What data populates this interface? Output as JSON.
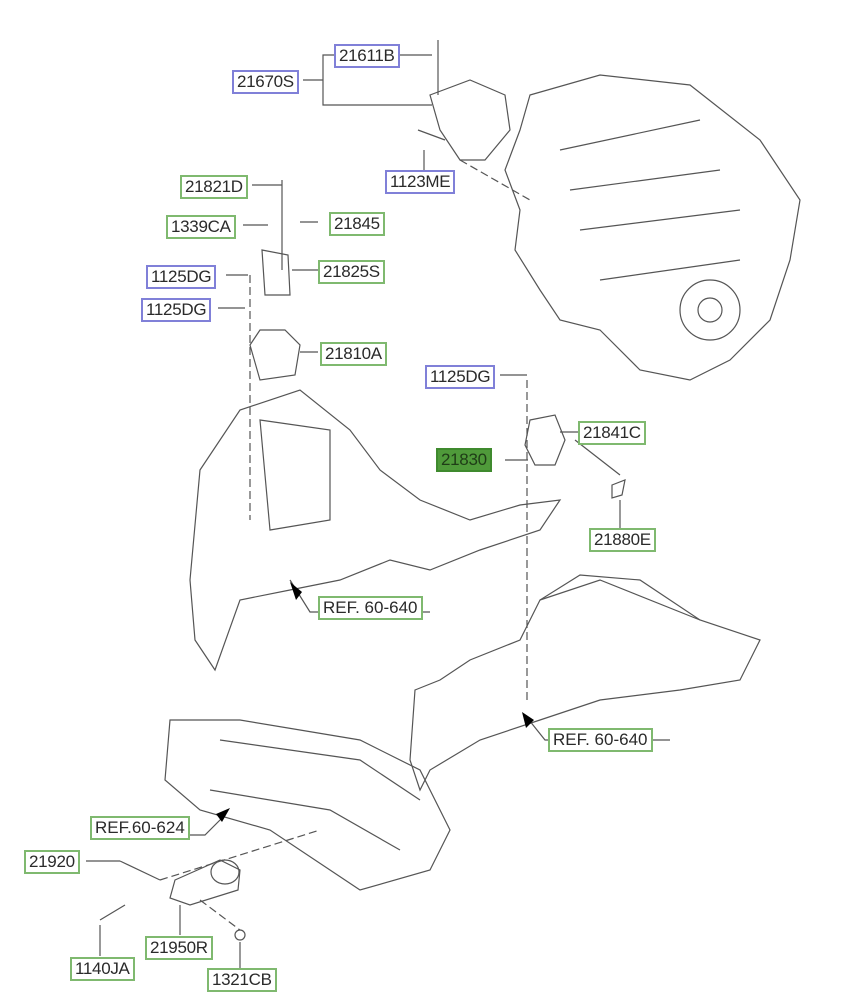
{
  "diagram": {
    "title": "Engine mounting exploded parts diagram",
    "colors": {
      "green_border": "#7fb96f",
      "blue_border": "#8080d8",
      "highlight_fill": "#4f9a3a",
      "line": "#555555"
    },
    "labels": [
      {
        "id": "21611B",
        "text": "21611B",
        "style": "blue"
      },
      {
        "id": "21670S",
        "text": "21670S",
        "style": "blue"
      },
      {
        "id": "1123ME",
        "text": "1123ME",
        "style": "blue"
      },
      {
        "id": "21821D",
        "text": "21821D",
        "style": "green"
      },
      {
        "id": "1339CA",
        "text": "1339CA",
        "style": "green"
      },
      {
        "id": "21845",
        "text": "21845",
        "style": "green"
      },
      {
        "id": "1125DG_a",
        "text": "1125DG",
        "style": "blue"
      },
      {
        "id": "21825S",
        "text": "21825S",
        "style": "green"
      },
      {
        "id": "1125DG_b",
        "text": "1125DG",
        "style": "blue"
      },
      {
        "id": "21810A",
        "text": "21810A",
        "style": "green"
      },
      {
        "id": "1125DG_c",
        "text": "1125DG",
        "style": "blue"
      },
      {
        "id": "21841C",
        "text": "21841C",
        "style": "green"
      },
      {
        "id": "21830",
        "text": "21830",
        "style": "filled"
      },
      {
        "id": "21880E",
        "text": "21880E",
        "style": "green"
      },
      {
        "id": "21920",
        "text": "21920",
        "style": "green"
      },
      {
        "id": "21950R",
        "text": "21950R",
        "style": "green"
      },
      {
        "id": "1140JA",
        "text": "1140JA",
        "style": "green"
      },
      {
        "id": "1321CB",
        "text": "1321CB",
        "style": "green"
      }
    ],
    "references": [
      {
        "id": "ref1",
        "text": "REF. 60-640"
      },
      {
        "id": "ref2",
        "text": "REF. 60-640"
      },
      {
        "id": "ref3",
        "text": "REF.60-624"
      }
    ]
  }
}
